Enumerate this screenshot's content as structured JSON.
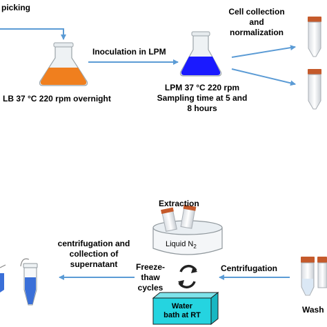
{
  "labels": {
    "picking": "picking",
    "inoculation": "Inoculation in LPM",
    "lb_culture": "LB 37 °C 220 rpm overnight",
    "lpm_line1": "LPM 37 °C 220 rpm",
    "lpm_line2": "Sampling time at 5 and",
    "lpm_line3": "8 hours",
    "cell_line1": "Cell collection",
    "cell_line2": "and",
    "cell_line3": "normalization",
    "extraction": "Extraction",
    "liquid_n2": "Liquid N",
    "liquid_n2_sub": "2",
    "centrifugation": "Centrifugation",
    "freeze_line1": "Freeze-",
    "freeze_line2": "thaw",
    "freeze_line3": "cycles",
    "water_line1": "Water",
    "water_line2": "bath at RT",
    "centri_sup_line1": "centrifugation and",
    "centri_sup_line2": "collection of",
    "centri_sup_line3": "supernatant",
    "wash": "Wash"
  },
  "colors": {
    "arrow": "#5b9bd5",
    "lb_medium": "#f07f1e",
    "lpm_medium": "#1a1aff",
    "tube_cap": "#c55a2b",
    "water_bath": "#25d4e0",
    "microtube_liquid": "#3a6fd8"
  }
}
